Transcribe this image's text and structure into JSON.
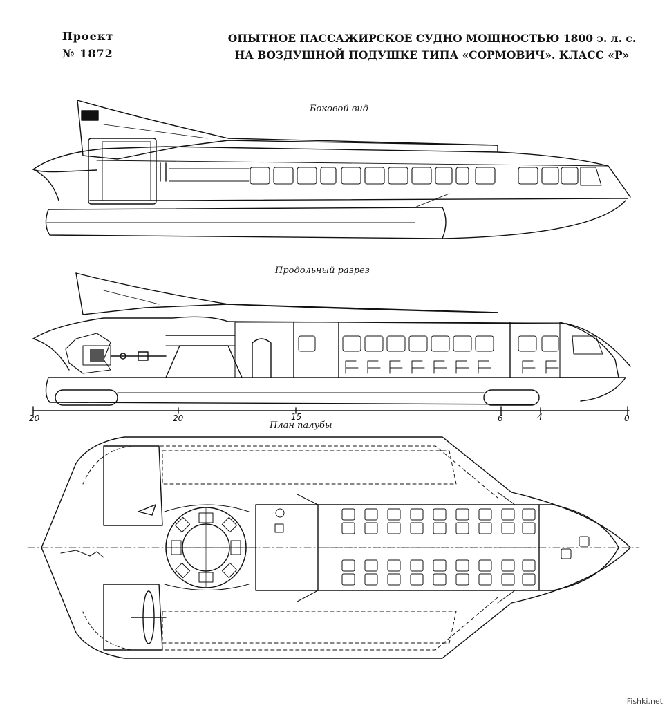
{
  "header": {
    "project_line1": "Проект",
    "project_line2": "№ 1872",
    "title_line1": "ОПЫТНОЕ ПАССАЖИРСКОЕ СУДНО МОЩНОСТЬЮ 1800 э. л. с.",
    "title_line2": "НА ВОЗДУШНОЙ ПОДУШКЕ ТИПА «СОРМОВИЧ». КЛАСС «Р»"
  },
  "views": {
    "side": "Боковой вид",
    "section": "Продольный разрез",
    "plan": "План палубы"
  },
  "scale": {
    "labels": [
      "20",
      "20",
      "15",
      "6",
      "4",
      "0"
    ]
  },
  "watermark": "Fishki.net",
  "colors": {
    "ink": "#111111",
    "paper": "#ffffff"
  }
}
